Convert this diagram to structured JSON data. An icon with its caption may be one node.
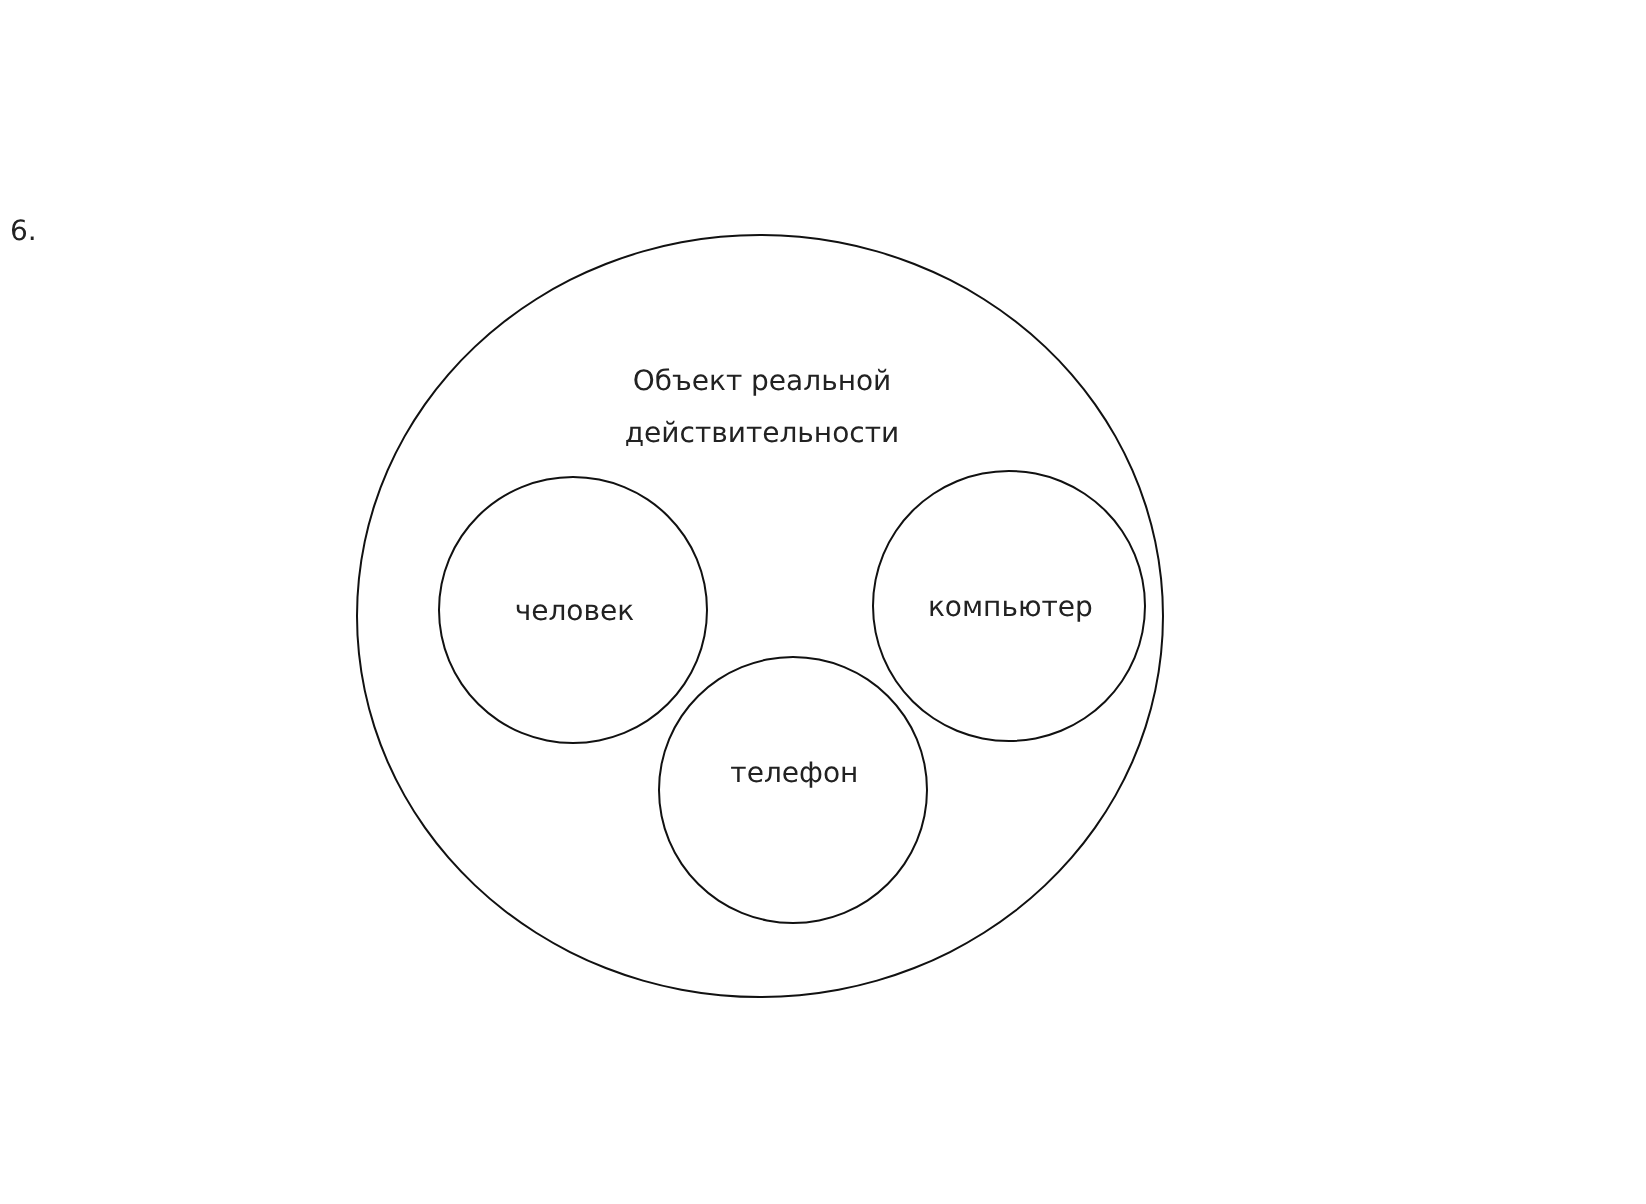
{
  "diagram": {
    "nodes": [
      {
        "text": [
          "Объект реальной действительности"
        ]
      },
      {
        "text": [
          "человек"
        ],
        "in": 0
      },
      {
        "text": [
          "компьютер"
        ],
        "in": 0
      },
      {
        "text": [
          "телефон"
        ],
        "in": 0
      }
    ],
    "labels": [
      "6."
    ]
  }
}
